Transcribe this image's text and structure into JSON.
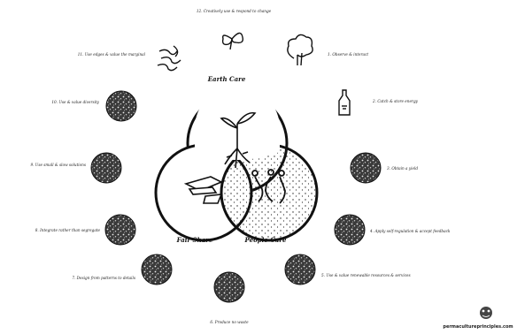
{
  "ethics": {
    "earth_care": "Earth Care",
    "fair_share": "Fair Share",
    "people_care": "People Care"
  },
  "principles": [
    {
      "text": "1. Observe & interact"
    },
    {
      "text": "2. Catch & store energy"
    },
    {
      "text": "3. Obtain a yield"
    },
    {
      "text": "4. Apply self-regulation & accept feedback"
    },
    {
      "text": "5. Use & value renewable resources & services"
    },
    {
      "text": "6. Produce no waste"
    },
    {
      "text": "7. Design from patterns to details"
    },
    {
      "text": "8. Integrate rather than segregate"
    },
    {
      "text": "9. Use small & slow solutions"
    },
    {
      "text": "10. Use & value diversity"
    },
    {
      "text": "11. Use edges & value the marginal"
    },
    {
      "text": "12. Creatively use & respond to change"
    }
  ],
  "footer": {
    "brand": "permacultureprinciples.com"
  },
  "colors": {
    "ink": "#111111",
    "badge": "#444444"
  }
}
